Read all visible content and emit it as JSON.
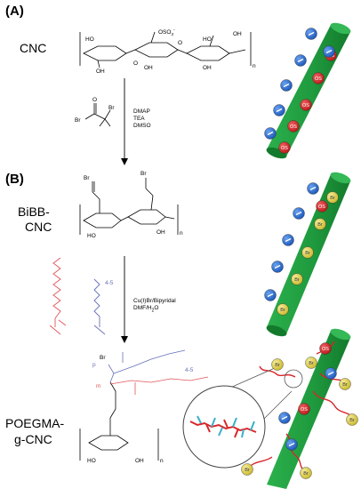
{
  "panels": {
    "a_label": "(A)",
    "b_label": "(B)"
  },
  "labels": {
    "cnc": "CNC",
    "bibb_line1": "BiBB-",
    "bibb_line2": "CNC",
    "poegma_line1": "POEGMA-",
    "poegma_line2": "g-CNC"
  },
  "structure_text": {
    "oso3": "OSO",
    "oso3_sup": "3",
    "oso3_charge": "-",
    "ho": "HO",
    "oh": "OH",
    "o": "O",
    "n": "n",
    "br": "Br",
    "p": "p",
    "m": "m",
    "range": "4-5"
  },
  "conditions": {
    "step1": [
      "DMAP",
      "TEA",
      "DMSO"
    ],
    "step2": [
      "Cu(I)Br/Bipyridal",
      "DMF/H",
      "2",
      "O"
    ]
  },
  "badges": {
    "sulfate": "OS",
    "bromo": "Br"
  },
  "colors": {
    "rod": "#1fa040",
    "rod_dark": "#137a2c",
    "blue_badge": "#2a6fd6",
    "red_badge": "#d8262a",
    "yellow_badge": "#e8d84a",
    "monomer_red": "#e0555a",
    "monomer_blue": "#6670b8",
    "chain_red": "#d8262a",
    "chain_cyan": "#3ab0c8"
  }
}
